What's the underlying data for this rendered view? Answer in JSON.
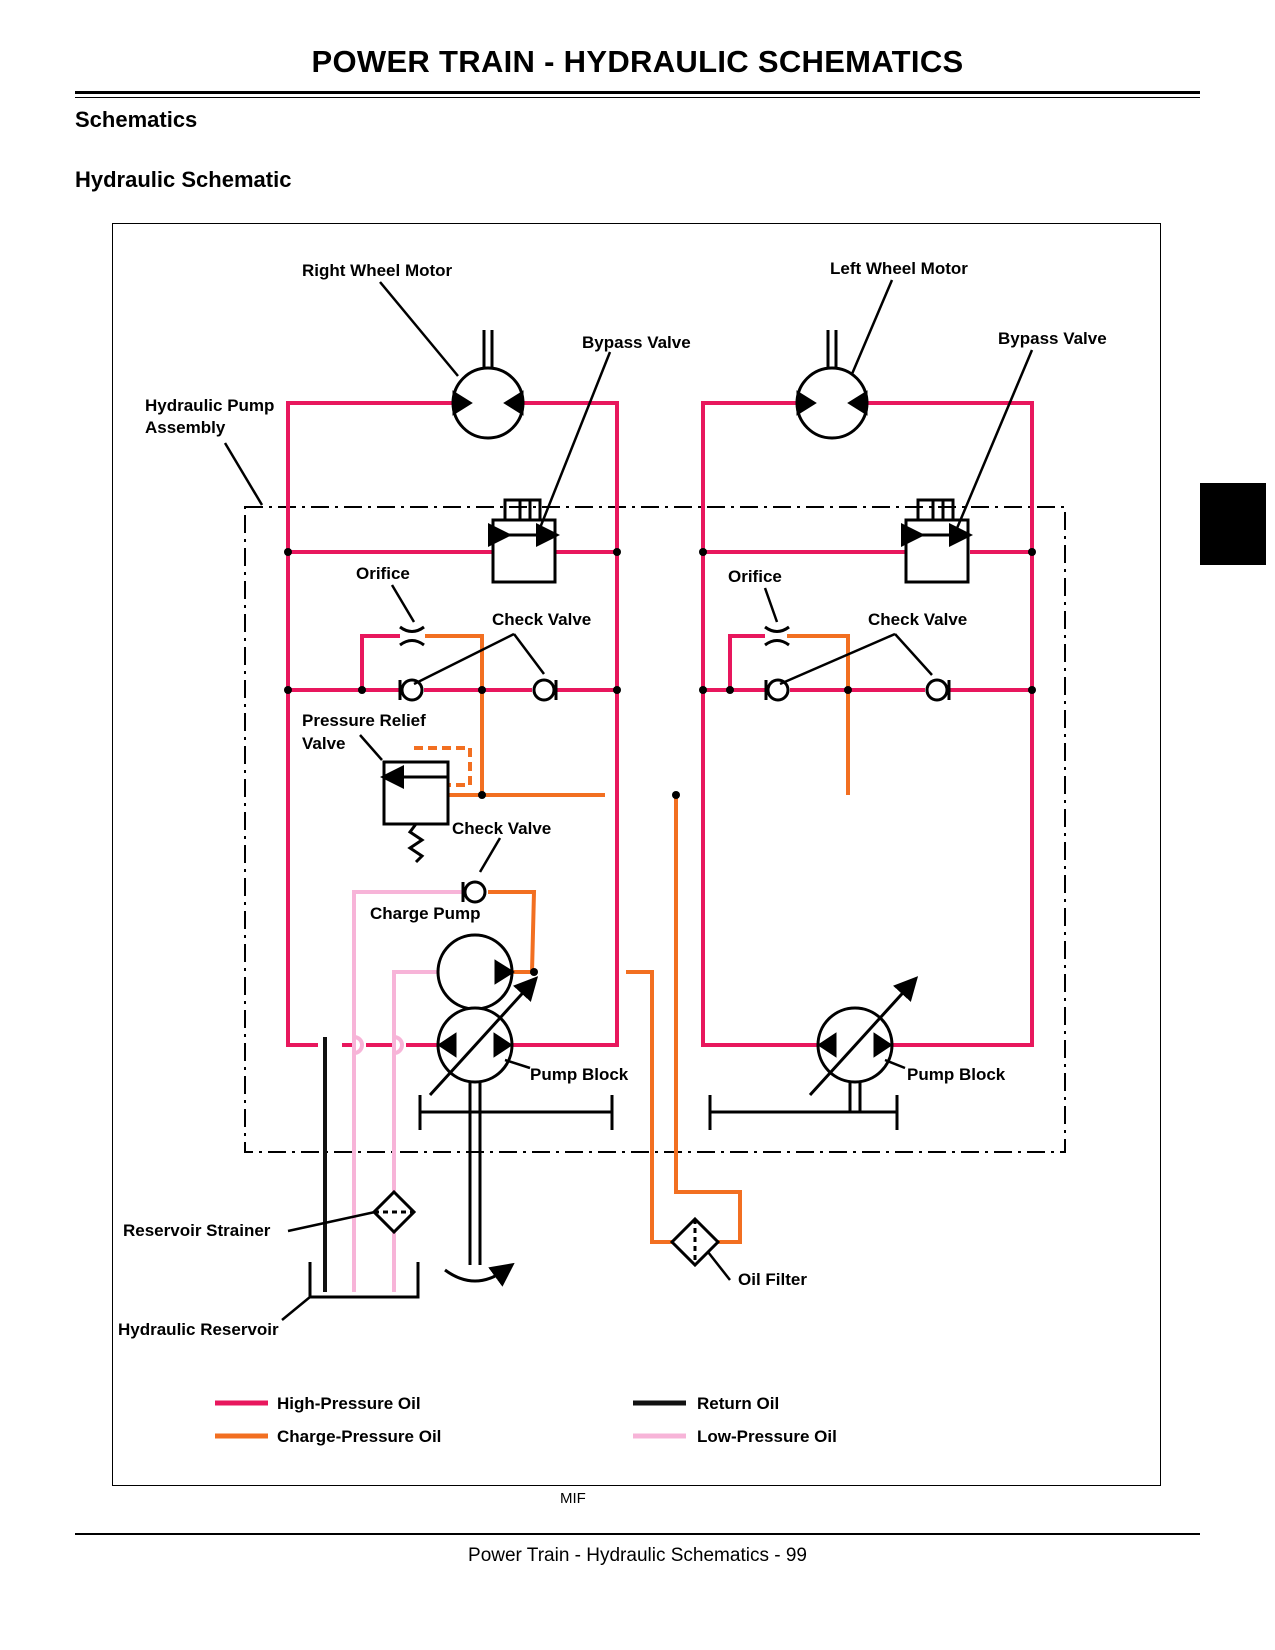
{
  "header": {
    "title": "POWER TRAIN - HYDRAULIC   SCHEMATICS"
  },
  "sections": {
    "main": "Schematics",
    "sub": "Hydraulic Schematic"
  },
  "labels": {
    "right_wheel_motor": "Right Wheel Motor",
    "left_wheel_motor": "Left Wheel Motor",
    "bypass_valve": "Bypass Valve",
    "pump_assembly_1": "Hydraulic Pump",
    "pump_assembly_2": "Assembly",
    "orifice": "Orifice",
    "check_valve": "Check Valve",
    "pressure_relief_1": "Pressure Relief",
    "pressure_relief_2": "Valve",
    "charge_pump": "Charge Pump",
    "pump_block": "Pump Block",
    "reservoir_strainer": "Reservoir Strainer",
    "oil_filter": "Oil Filter",
    "hydraulic_reservoir": "Hydraulic Reservoir"
  },
  "legend": {
    "high_pressure": "High-Pressure Oil",
    "charge_pressure": "Charge-Pressure Oil",
    "return": "Return Oil",
    "low_pressure": "Low-Pressure Oil"
  },
  "colors": {
    "high_pressure": "#e8175d",
    "charge_pressure": "#f26f21",
    "return": "#111111",
    "low_pressure": "#f7b4d8"
  },
  "figure_code": "MIF",
  "footer": {
    "text": "Power Train - Hydraulic   Schematics  - 99"
  }
}
